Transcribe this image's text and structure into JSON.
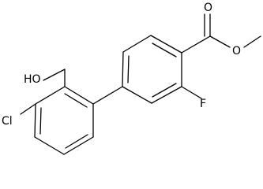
{
  "structure": {
    "atoms": {
      "oxygen_carbonyl": "O",
      "oxygen_ester": "O",
      "fluorine": "F",
      "hydroxyl": "HO",
      "chlorine": "Cl"
    }
  }
}
